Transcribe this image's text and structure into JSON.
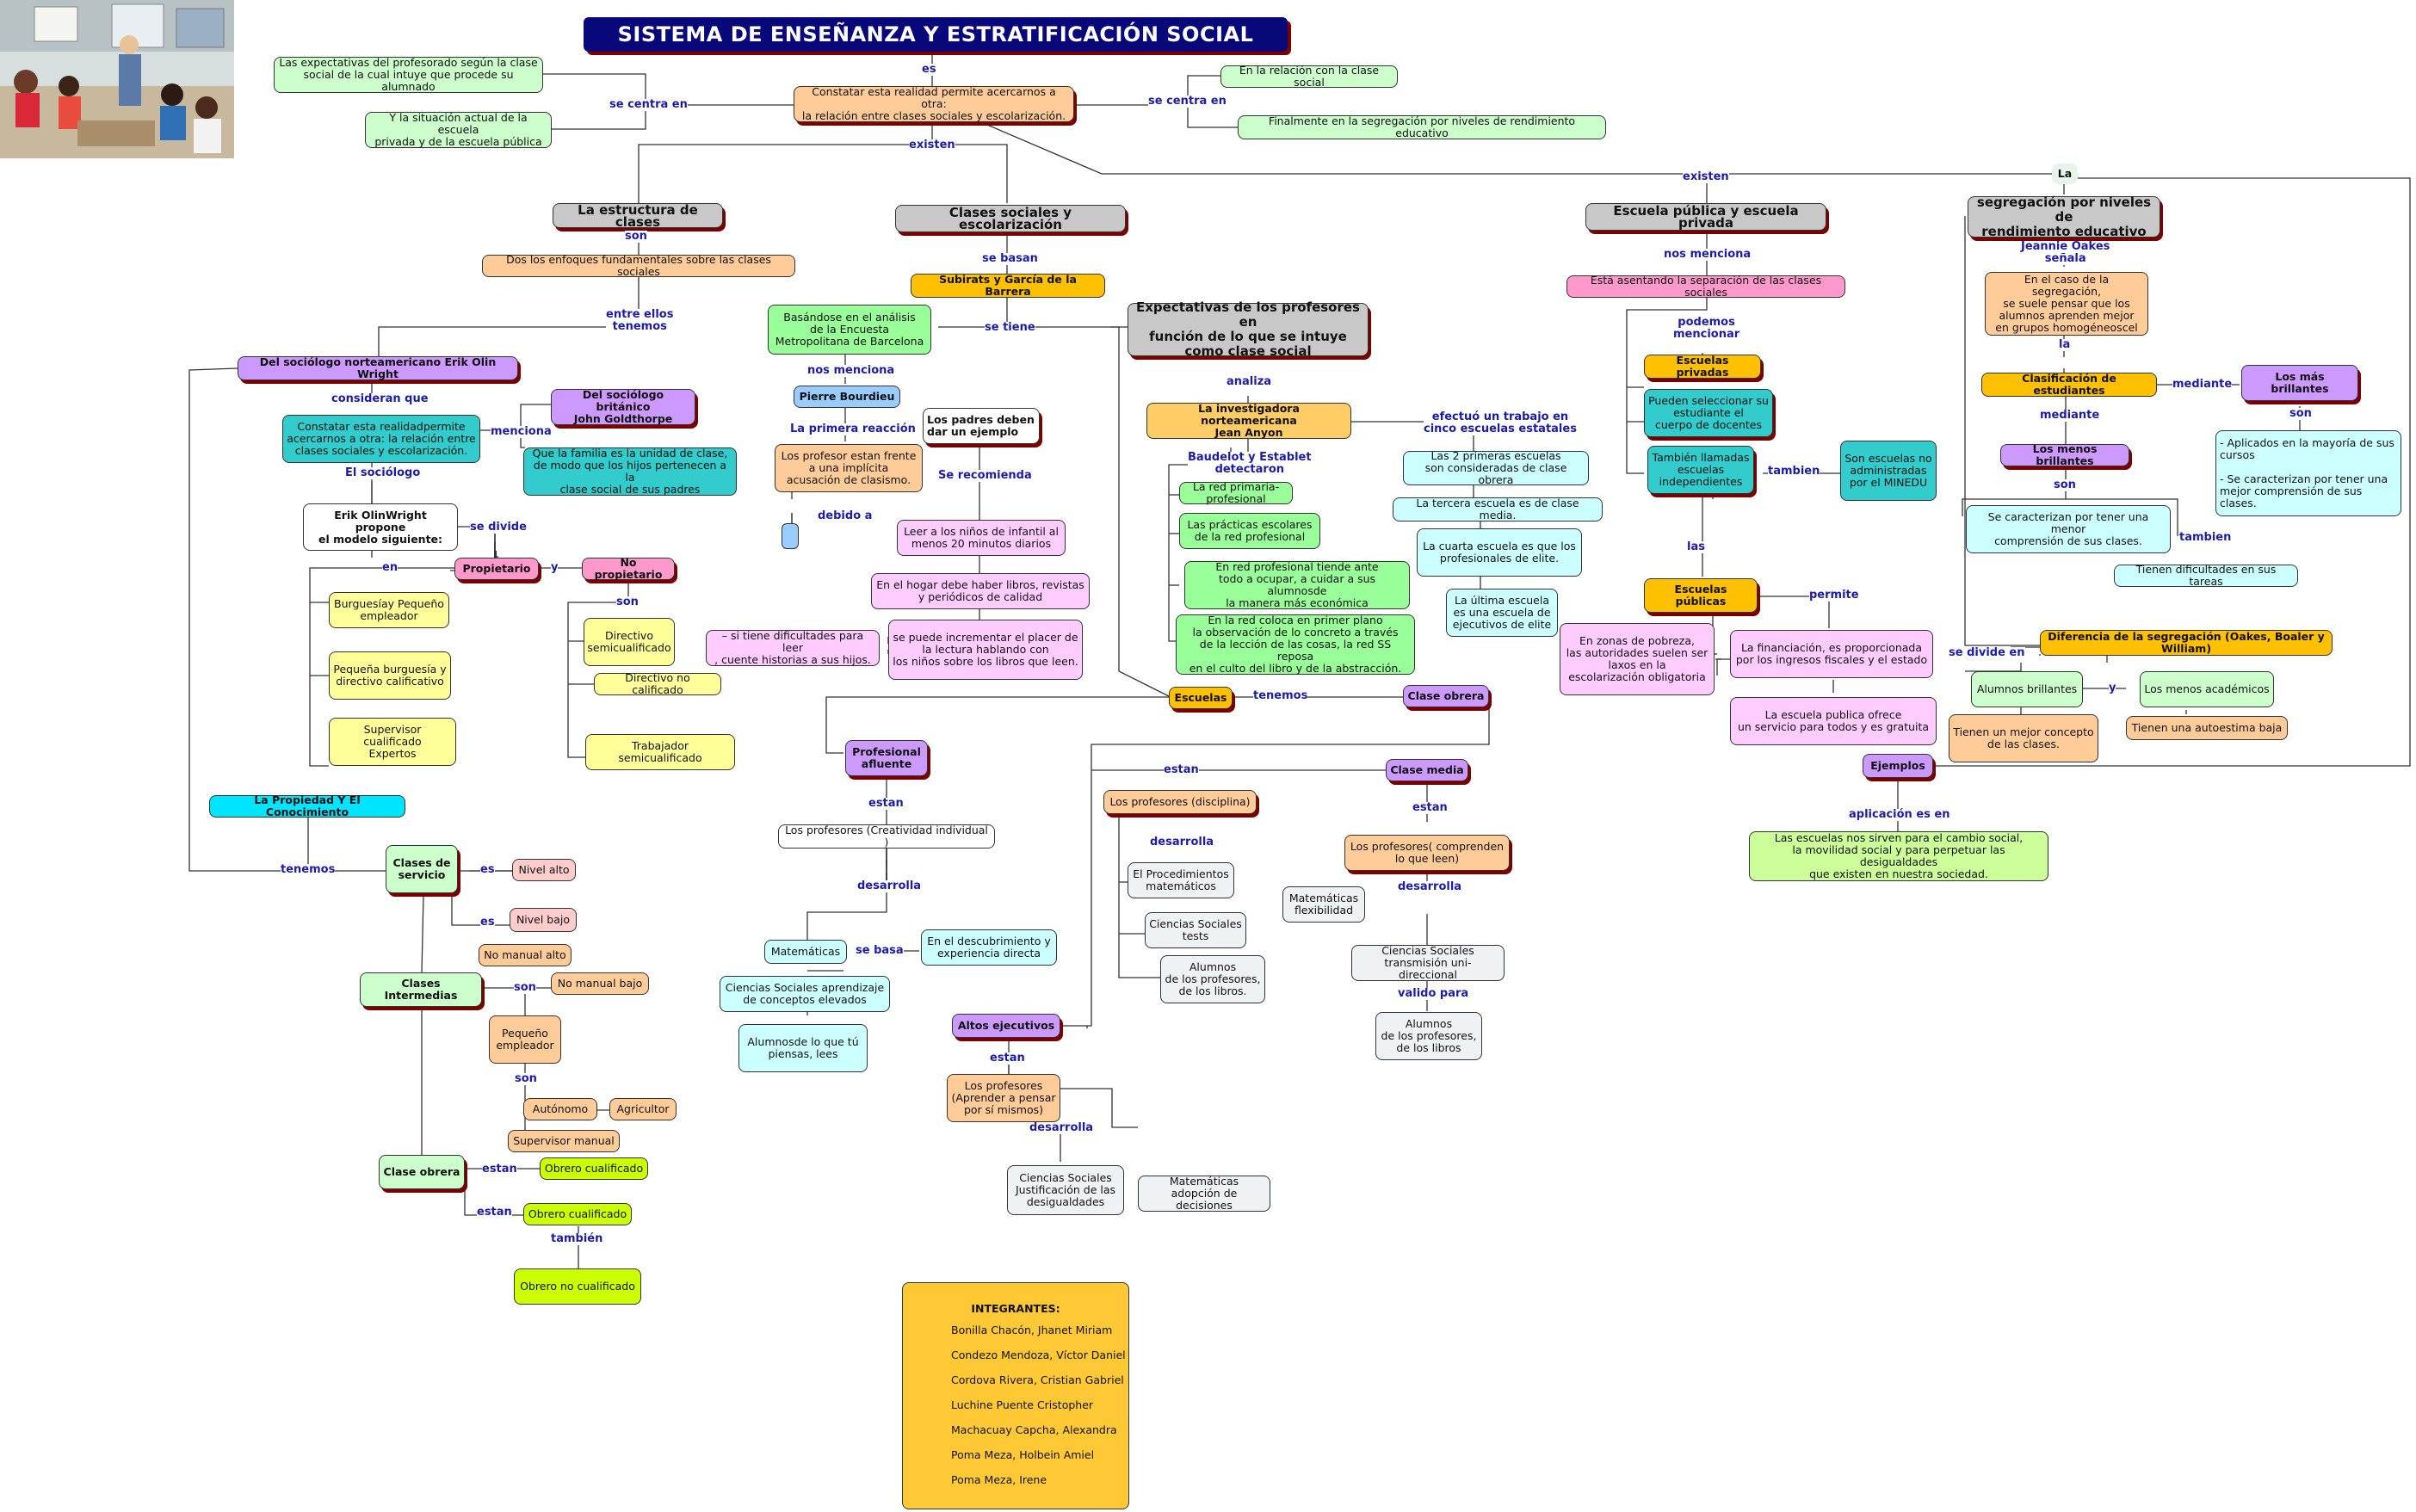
{
  "title": "SISTEMA DE ENSEÑANZA Y ESTRATIFICACIÓN SOCIAL",
  "top": {
    "es": "es",
    "core": "Constatar esta realidad permite acercarnos a otra:\nla relación entre clases sociales y escolarización.",
    "se_centra_en_left": "se centra en",
    "se_centra_en_right": "se centra en",
    "left1": "Las expectativas del profesorado según la clase\nsocial de la cual intuye que procede su alumnado",
    "left2": "Y la situación actual de la escuela\nprivada y de la escuela pública",
    "right1": "En la relación con la clase social",
    "right2": "Finalmente en la  segregación por niveles de rendimiento educativo",
    "existen1": "existen",
    "existen2": "existen",
    "la": "La"
  },
  "estructura": {
    "title": "La estructura de clases",
    "son": "son",
    "enfoques": "Dos los enfoques fundamentales sobre las clases sociales",
    "entre_ellos": "entre ellos\ntenemos",
    "wright": "Del sociólogo norteamericano Erik Olin Wright",
    "goldthorpe": "Del sociólogo británico\nJohn Goldthorpe",
    "consideran_que": "consideran que",
    "menciona": "menciona",
    "constatar": "Constatar esta realidadpermite\nacercarnos a otra: la relación entre\nclases sociales y escolarización.",
    "familia": "Que la familia es la unidad de clase,\nde modo que los hijos pertenecen a la\nclase social de sus padres",
    "el_sociologo": "El sociólogo",
    "modelo": "Erik OlinWright propone\nel modelo siguiente:",
    "se_divide": "se divide",
    "propietario": "Propietario",
    "y": "y",
    "no_propietario": "No propietario",
    "en": "en",
    "burguesia": "Burguesíay Pequeño\nempleador",
    "pequena": "Pequeña burguesía y\ndirectivo calificativo",
    "supervisor": "Supervisor cualificado\nExpertos",
    "directivo_semi": "Directivo\nsemicualificado",
    "directivo_no": "Directivo no calificado",
    "trabajador": "Trabajador semicualificado",
    "propiedad": "La Propiedad Y El Conocimiento",
    "tenemos": "tenemos"
  },
  "clases": {
    "servicio": "Clases de\nservicio",
    "es1": "es",
    "es2": "es",
    "nivel_alto": "Nivel alto",
    "nivel_bajo": "Nivel bajo",
    "no_manual_alto": "No manual alto",
    "intermedias": "Clases Intermedias",
    "son1": "son",
    "no_manual_bajo": "No  manual bajo",
    "pequeno": "Pequeño\nempleador",
    "son2": "son",
    "autonomo": "Autónomo",
    "agricultor": "Agricultor",
    "supervisor_manual": "Supervisor manual",
    "obrera": "Clase obrera",
    "estan1": "estan",
    "estan2": "estan",
    "obrero1": "Obrero cualificado",
    "obrero2": "Obrero cualificado",
    "tambien": "también",
    "obrero_no": "Obrero no cualificado"
  },
  "sociales": {
    "title": "Clases sociales y escolarización",
    "se_basan": "se basan",
    "subirats": "Subirats y García de la Barrera",
    "se_tiene": "se tiene",
    "analisis": "Basándose en el análisis\nde la Encuesta\nMetropolitana  de Barcelona",
    "nos_menciona": "nos menciona",
    "bourdieu": "Pierre Bourdieu",
    "primera_reaccion": "La primera reacción",
    "profesor_frente": "Los profesor estan frente\na una implícita\nacusación de clasismo.",
    "debido_a": "debido a",
    "padres": "Los padres deben\ndar un ejemplo",
    "se_recomienda": "Se recomienda",
    "leer": "Leer a los niños de infantil al\nmenos 20 minutos diarios",
    "hogar": "En el hogar debe haber libros, revistas\ny periódicos de calidad",
    "incrementar": "se puede incrementar el placer de\nla lectura hablando con\nlos niños sobre los libros que leen.",
    "dificultades": "– si tiene dificultades para leer\n, cuente historias a sus hijos."
  },
  "expectativas": {
    "title": "Expectativas de los profesores en\nfunción de lo que se intuye\ncomo clase social",
    "analiza": "analiza",
    "anyon": "La investigadora norteamericana\nJean Anyon",
    "efectuo": "efectuó un trabajo en\ncinco escuelas estatales",
    "baudelot": "Baudelot y Establet\ndetectaron",
    "red_primaria": "La red primaria-profesional",
    "practicas": "Las prácticas escolares\nde la red profesional",
    "red_profesional": "En red profesional tiende ante\ntodo a ocupar, a cuidar a sus alumnosde\nla manera más económica",
    "red_coloca": "En la red coloca en primer plano\nla observación de lo concreto a través\nde la lección de las cosas, la red SS reposa\nen el culto del libro y de la abstracción.",
    "dos_primeras": "Las 2 primeras escuelas\nson consideradas de clase obrera",
    "tercera": "La tercera escuela es de clase media.",
    "cuarta": "La cuarta escuela es que los\nprofesionales de elite.",
    "ultima": "La última escuela\nes una escuela de\nejecutivos de elite",
    "escuelas": "Escuelas",
    "tenemos": "tenemos",
    "clase_obrera": "Clase obrera",
    "clase_media": "Clase media",
    "estan_m": "estan",
    "estan_cm": "estan",
    "profesores_disciplina": "Los profesores (disciplina)",
    "desarrolla1": "desarrolla",
    "procedimientos": "El Procedimientos\nmatemáticos",
    "ciencias_tests": "Ciencias Sociales\ntests",
    "alumnos1": "Alumnos\nde los profesores,\nde los libros.",
    "profesores_comprenden": "Los profesores( comprenden\nlo que leen)",
    "desarrolla2": "desarrolla",
    "mat_flexibilidad": "Matemáticas\nflexibilidad",
    "ciencias_uni": "Ciencias Sociales\ntransmisión uni-direccional",
    "valido": "valido para",
    "alumnos2": "Alumnos\nde los profesores,\nde los libros",
    "profesional_afluente": "Profesional\nafluente",
    "estan_pa": "estan",
    "profesores_creatividad": "Los profesores (Creatividad individual )",
    "desarrolla3": "desarrolla",
    "matematicas": "Matemáticas",
    "se_basa": "se basa",
    "descubrimiento": "En el descubrimiento y\nexperiencia directa",
    "ciencias_aprendizaje": "Ciencias Sociales aprendizaje\nde conceptos elevados",
    "alumnos_tu": "Alumnosde  lo que tú\npiensas, lees",
    "altos": "Altos ejecutivos",
    "estan_ae": "estan",
    "profesores_aprender": "Los profesores\n(Aprender a pensar\npor sí mismos)",
    "desarrolla4": "desarrolla",
    "ciencias_justificacion": "Ciencias Sociales\nJustificación de  las\ndesigualdades",
    "mat_adopcion": "Matemáticas\nadopción de decisiones"
  },
  "publica": {
    "title": "Escuela pública y escuela privada",
    "nos_menciona": "nos menciona",
    "asentando": "Está asentando la separación de las clases sociales",
    "podemos": "podemos\nmencionar",
    "privadas": "Escuelas privadas",
    "seleccionar": "Pueden seleccionar su\nestudiante el\ncuerpo de docentes",
    "independientes": "También llamadas\nescuelas\nindependientes",
    "tambien": "tambien",
    "minedu": "Son escuelas no\nadministradas\npor el  MINEDU",
    "las": "las",
    "publicas": "Escuelas públicas",
    "permite": "permite",
    "pobreza": "En zonas de pobreza,\nlas  autoridades suelen ser\nlaxos en la\nescolarización obligatoria",
    "financiacion": "La financiación, es proporcionada\npor los ingresos fiscales y el estado",
    "ofrece": "La escuela publica ofrece\nun servicio para todos y es gratuita"
  },
  "segregacion": {
    "title": "segregación por niveles de\nrendimiento educativo",
    "oakes_senala": "Jeannie Oakes\nseñala",
    "caso": "En el caso de la segregación,\nse suele pensar que los\nalumnos  aprenden mejor\nen grupos homogéneoscel",
    "la": "la",
    "clasificacion": "Clasificación de estudiantes",
    "mediante1": "mediante",
    "mas_brillantes": "Los más brillantes",
    "son1": "son",
    "aplicados": "- Aplicados en la mayoría de sus\ncursos\n\n- Se caracterizan por tener una\nmejor comprensión de sus clases.",
    "mediante2": "mediante",
    "menos_brillantes": "Los menos brillantes",
    "son2": "son",
    "menor": "Se caracterizan por tener una menor\ncomprensión de sus clases.",
    "tambien": "tambien",
    "tareas": "Tienen dificultades en sus tareas",
    "diferencia": "Diferencia de la segregación (Oakes, Boaler y William)",
    "se_divide_en": "se divide en",
    "brillantes": "Alumnos brillantes",
    "y": "y",
    "menos_academicos": "Los menos académicos",
    "mejor_concepto": "Tienen un mejor concepto\nde las clases.",
    "autoestima": "Tienen una autoestima baja",
    "ejemplos": "Ejemplos",
    "aplicacion": "aplicación es en",
    "escuelas_cambio": "Las escuelas nos sirven para el cambio social,\nla movilidad social y para perpetuar las desigualdades\nque existen en nuestra sociedad."
  },
  "integrantes": {
    "heading": "INTEGRANTES:",
    "members": [
      "Bonilla Chacón, Jhanet Miriam",
      "Condezo Mendoza, Víctor Daniel",
      "Cordova Rivera, Cristian Gabriel",
      "Luchine Puente Cristopher",
      "Machacuay Capcha, Alexandra",
      "Poma Meza, Holbein Amiel",
      "Poma Meza, Irene"
    ]
  },
  "colors": {
    "title_bg": "#08087a",
    "link_text": "#1c1ca8",
    "shadow": "#7a0000",
    "gray": "#c8c8c8",
    "peach": "#ffcc99",
    "gold": "#ffc000",
    "purple": "#cc99ff",
    "teal": "#33cccc",
    "green": "#99ff99",
    "light_green": "#ccffcc",
    "yellow": "#ffff99",
    "pink": "#ff99cc",
    "light_pink": "#ffccff",
    "light_cyan": "#ccffff",
    "lime": "#ccff00",
    "salmon": "#ffcccc"
  }
}
